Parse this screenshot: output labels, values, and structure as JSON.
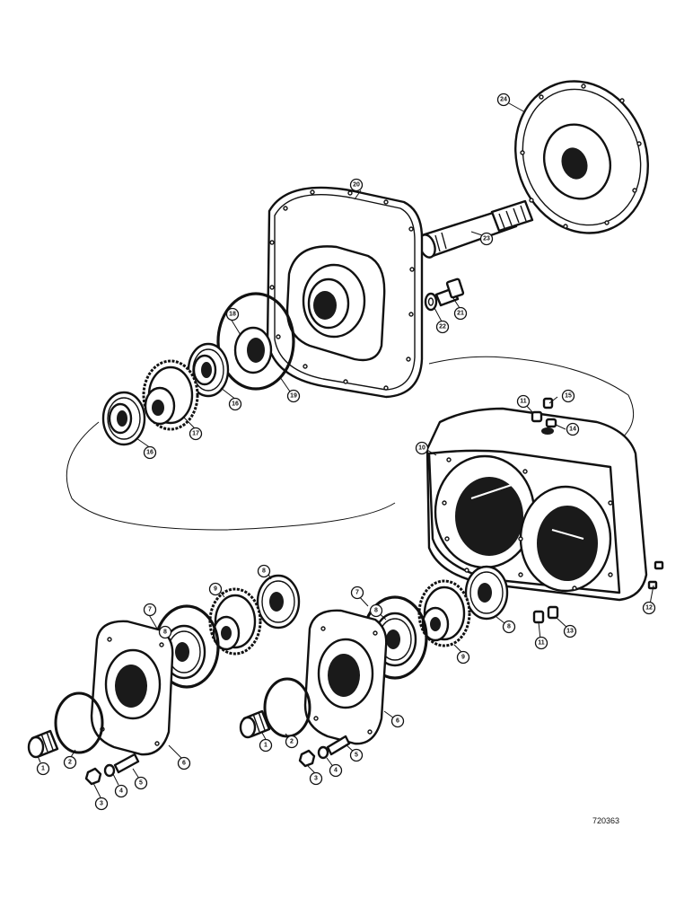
{
  "figure_id": "720363",
  "callouts": {
    "c1a": "1",
    "c2a": "2",
    "c3a": "3",
    "c4a": "4",
    "c5a": "5",
    "c6a": "6",
    "c7a": "7",
    "c8a": "8",
    "c9a": "9",
    "c8b": "8",
    "c1b": "1",
    "c2b": "2",
    "c3b": "3",
    "c4b": "4",
    "c5b": "5",
    "c6b": "6",
    "c7b": "7",
    "c8c": "8",
    "c9b": "9",
    "c8d": "8",
    "c10": "10",
    "c11a": "11",
    "c11b": "11",
    "c12": "12",
    "c13": "13",
    "c14": "14",
    "c15": "15",
    "c16a": "16",
    "c16b": "16",
    "c17": "17",
    "c18": "18",
    "c19": "19",
    "c20": "20",
    "c21": "21",
    "c22": "22",
    "c23": "23",
    "c24": "24"
  }
}
